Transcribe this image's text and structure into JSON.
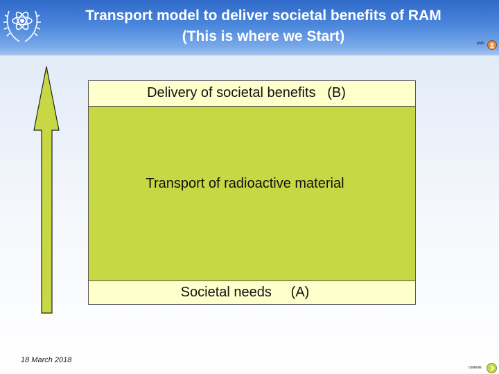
{
  "header": {
    "title_line1": "Transport model to deliver societal benefits of RAM",
    "title_line2": "(This is where we Start)"
  },
  "nav": {
    "end_label": "END",
    "contents_label": "contents"
  },
  "diagram": {
    "top_label": "Delivery of societal benefits   (B)",
    "middle_label": "Transport of radioactive material",
    "bottom_label": "Societal needs     (A)"
  },
  "footer": {
    "date": "18 March 2018"
  },
  "colors": {
    "header_blue": "#2f6ac9",
    "box_green": "#c8d744",
    "band_yellow": "#ffffcc"
  }
}
